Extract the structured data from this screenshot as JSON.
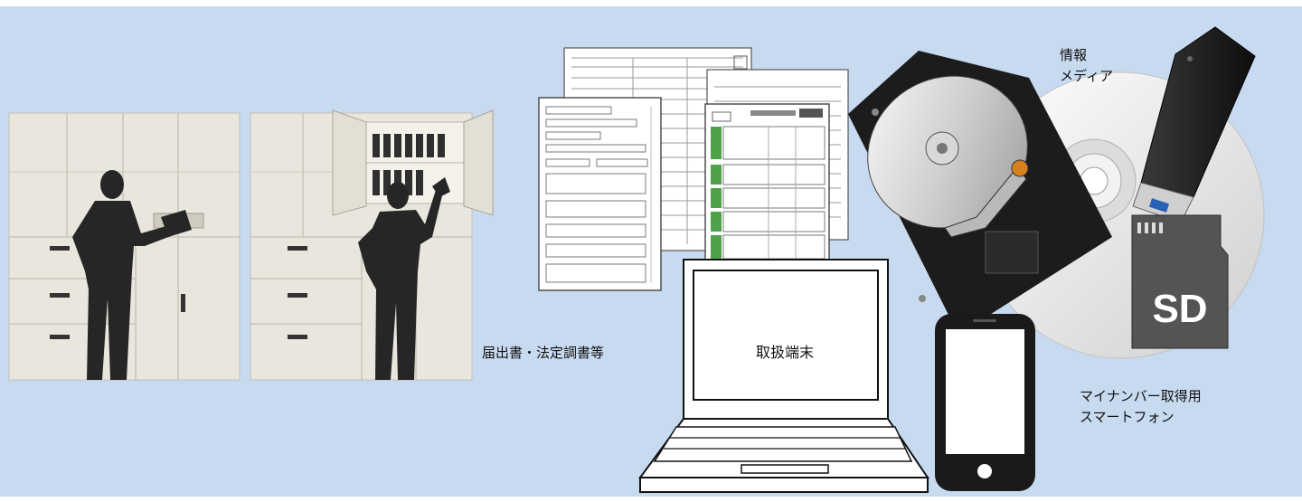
{
  "labels": {
    "documents": "届出書・法定調書等",
    "terminal": "取扱端末",
    "media_line1": "情報",
    "media_line2": "メディア",
    "smartphone_line1": "マイナンバー取得用",
    "smartphone_line2": "スマートフォン",
    "sd_card": "SD"
  },
  "colors": {
    "background": "#c7daf0",
    "cabinet": "#e9e6dd",
    "silhouette": "#262626",
    "green": "#4ea24a"
  },
  "icons": [
    "cabinet-icon",
    "person-silhouette-icon",
    "form-document-icon",
    "laptop-icon",
    "hard-disk-icon",
    "optical-disc-icon",
    "usb-drive-icon",
    "sd-card-icon",
    "smartphone-icon"
  ]
}
